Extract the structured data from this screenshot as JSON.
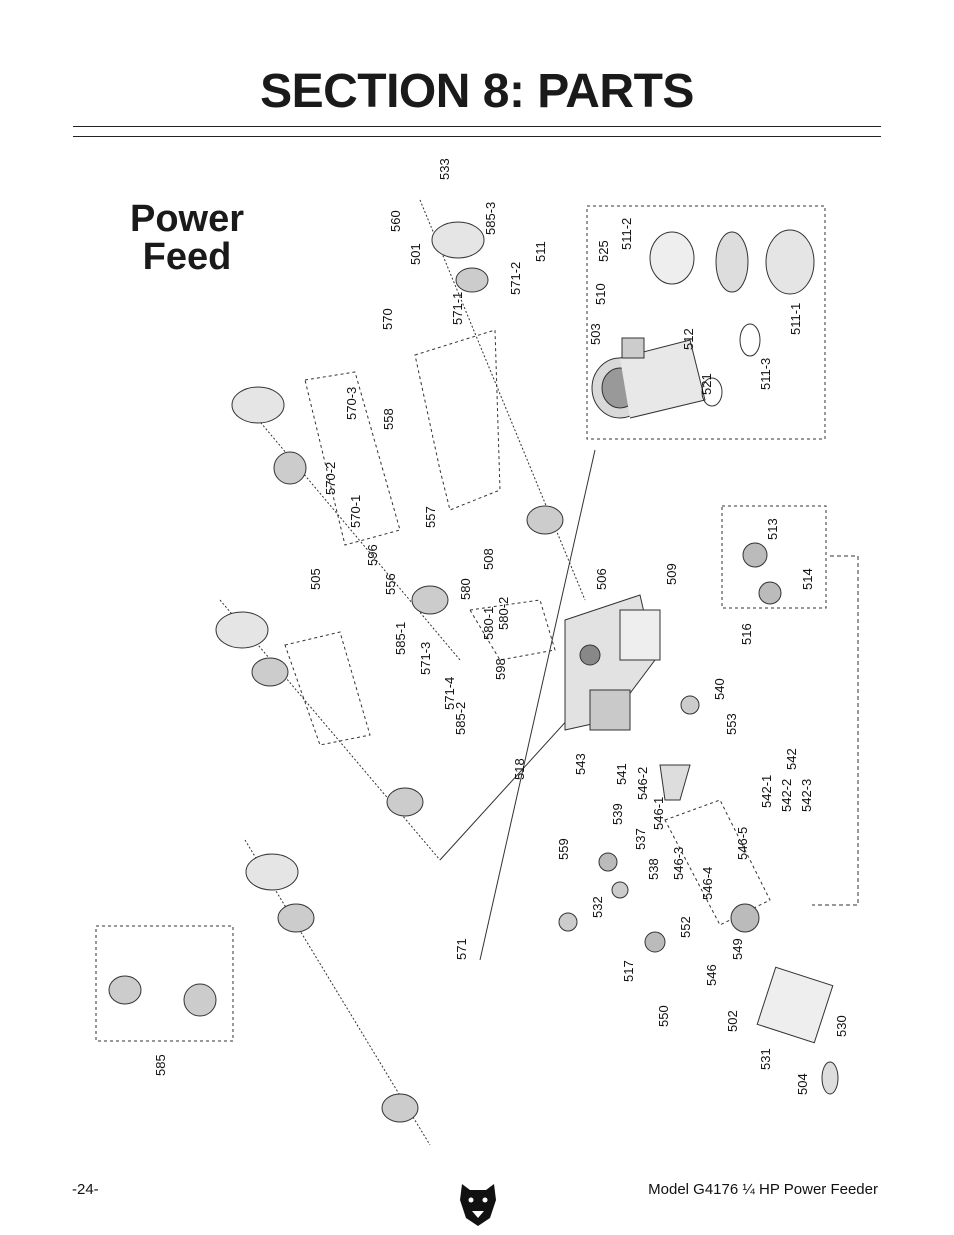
{
  "header": {
    "title": "SECTION 8: PARTS"
  },
  "diagram": {
    "heading_line1": "Power",
    "heading_line2": "Feed",
    "labels": [
      "533",
      "560",
      "501",
      "585-3",
      "571-1",
      "571-2",
      "570",
      "511",
      "525",
      "511-2",
      "510",
      "503",
      "512",
      "521",
      "511-3",
      "511-1",
      "570-3",
      "558",
      "570-2",
      "570-1",
      "557",
      "596",
      "505",
      "556",
      "585-1",
      "571-3",
      "571-4",
      "585-2",
      "580",
      "508",
      "506",
      "509",
      "580-1",
      "580-2",
      "598",
      "513",
      "514",
      "516",
      "540",
      "553",
      "542",
      "542-1",
      "542-2",
      "542-3",
      "541",
      "546-2",
      "546-1",
      "537",
      "539",
      "559",
      "532",
      "538",
      "546-3",
      "546-4",
      "546-5",
      "549",
      "543",
      "518",
      "552",
      "517",
      "550",
      "546",
      "502",
      "530",
      "531",
      "504",
      "585",
      "571"
    ]
  },
  "footer": {
    "page_number": "-24-",
    "model": "Model G4176 ¼ HP Power Feeder"
  },
  "icons": {
    "brand_logo": "bear-head-icon"
  }
}
